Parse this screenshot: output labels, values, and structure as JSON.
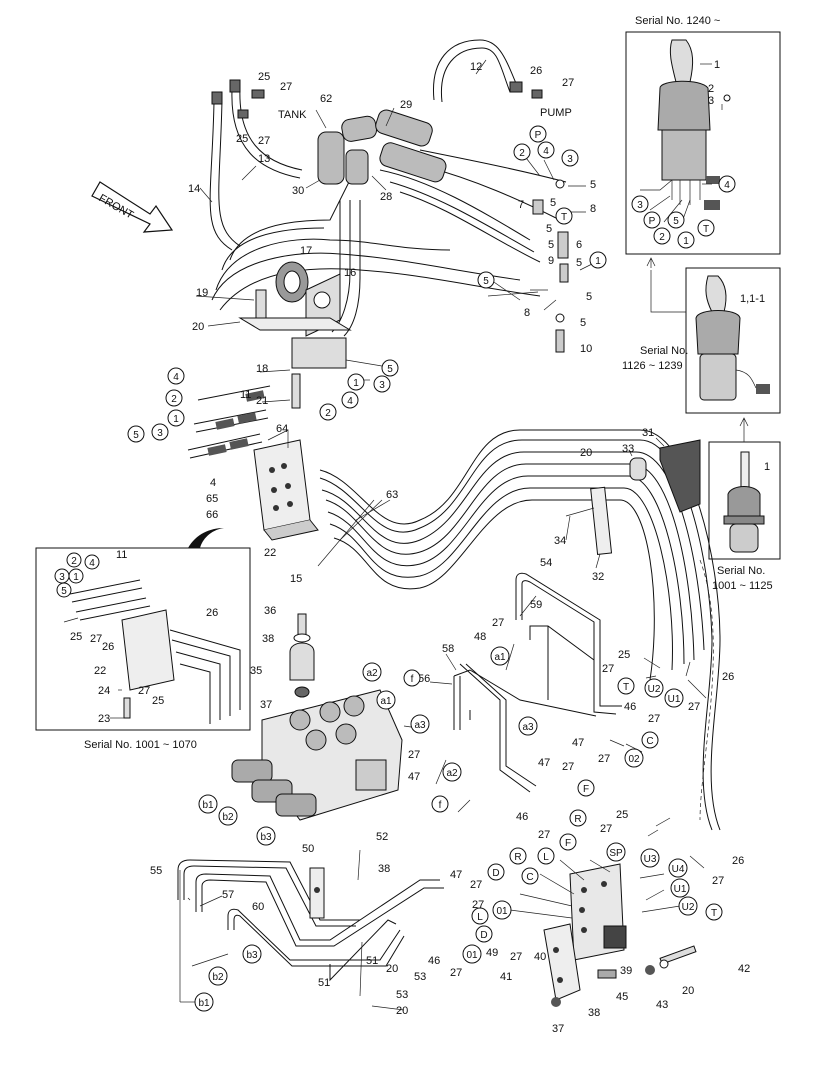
{
  "captions": {
    "serial_top": "Serial No. 1240 ~",
    "serial_mid_1": "Serial No.",
    "serial_mid_2": "1126 ~ 1239",
    "serial_bot_1": "Serial No.",
    "serial_bot_2": "1001 ~ 1125",
    "serial_inset": "Serial No. 1001 ~ 1070",
    "front": "FRONT",
    "tank": "TANK",
    "pump": "PUMP"
  },
  "part_numbers": {
    "p1": "1",
    "p2": "2",
    "p3": "3",
    "p4": "4",
    "p5": "5",
    "p6": "6",
    "p7": "7",
    "p8": "8",
    "p9": "9",
    "p10": "10",
    "p11": "11",
    "p12": "12",
    "p13": "13",
    "p14": "14",
    "p15": "15",
    "p16": "16",
    "p17": "17",
    "p18": "18",
    "p19": "19",
    "p20": "20",
    "p21": "21",
    "p22": "22",
    "p23": "23",
    "p24": "24",
    "p25": "25",
    "p26": "26",
    "p27": "27",
    "p28": "28",
    "p29": "29",
    "p30": "30",
    "p31": "31",
    "p32": "32",
    "p33": "33",
    "p34": "34",
    "p35": "35",
    "p36": "36",
    "p37": "37",
    "p38": "38",
    "p39": "39",
    "p40": "40",
    "p41": "41",
    "p42": "42",
    "p43": "43",
    "p45": "45",
    "p46": "46",
    "p47": "47",
    "p48": "48",
    "p49": "49",
    "p50": "50",
    "p51": "51",
    "p52": "52",
    "p53": "53",
    "p54": "54",
    "p55": "55",
    "p56": "56",
    "p57": "57",
    "p58": "58",
    "p59": "59",
    "p60": "60",
    "p62": "62",
    "p63": "63",
    "p64": "64",
    "p65": "65",
    "p66": "66",
    "p1_1_1": "1,1-1"
  },
  "port_labels": {
    "c1": "1",
    "c2": "2",
    "c3": "3",
    "c4": "4",
    "c5": "5",
    "P": "P",
    "T": "T",
    "F": "F",
    "R": "R",
    "L": "L",
    "C": "C",
    "D": "D",
    "SP": "SP",
    "a1": "a1",
    "a2": "a2",
    "a3": "a3",
    "b1": "b1",
    "b2": "b2",
    "b3": "b3",
    "U1": "U1",
    "U2": "U2",
    "U3": "U3",
    "U4": "U4",
    "o1": "01",
    "o2": "02",
    "f": "f"
  }
}
